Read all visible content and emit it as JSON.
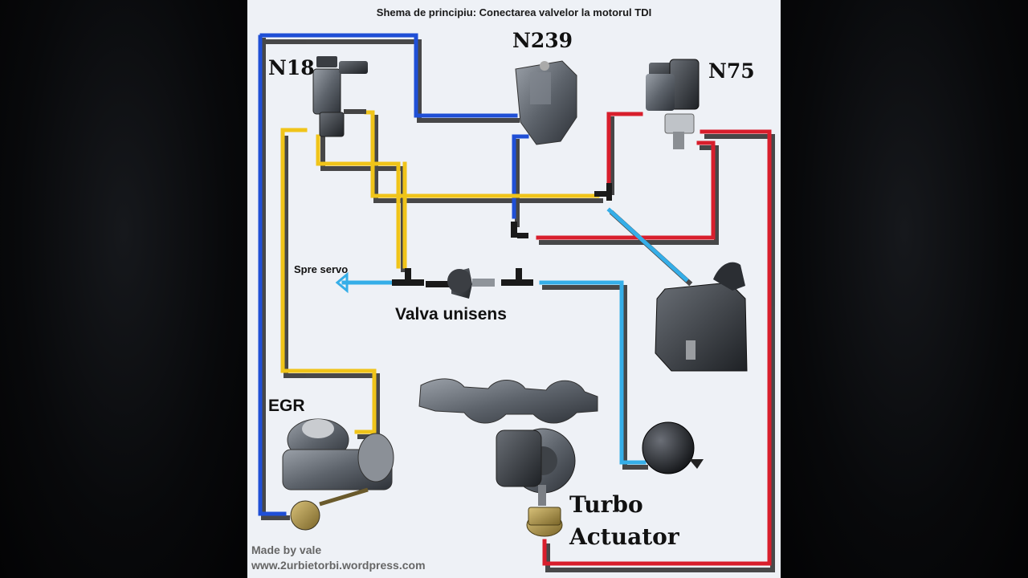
{
  "diagram": {
    "title": "Shema de principiu: Conectarea valvelor la motorul TDI",
    "labels": {
      "n18": "N18",
      "n239": "N239",
      "n75": "N75",
      "egr": "EGR",
      "spre_servo": "Spre servo",
      "valva_unisens": "Valva unisens",
      "turbo": "Turbo",
      "actuator": "Actuator"
    },
    "credits": {
      "made_by": "Made by vale",
      "website": "www.2urbietorbi.wordpress.com"
    },
    "hose_colors": {
      "blue": "#1f4fd6",
      "yellow": "#f0c419",
      "red": "#d81e2c",
      "light_blue": "#35aee8",
      "shadow": "#2a2a2a"
    }
  }
}
